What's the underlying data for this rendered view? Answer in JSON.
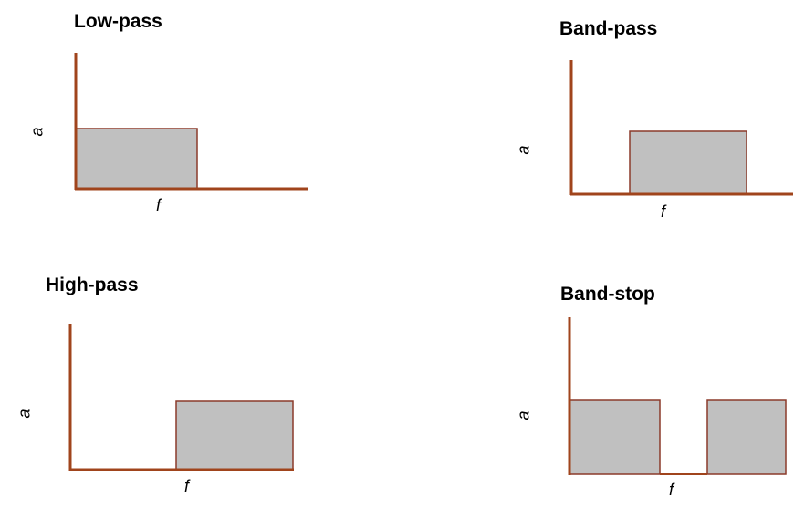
{
  "colors": {
    "axis": "#a0441c",
    "fill": "#c0c0c0",
    "border": "#8b3a2a",
    "text": "#000000"
  },
  "diagrams": [
    {
      "id": "low-pass",
      "title": "Low-pass",
      "x_label": "f",
      "y_label": "a"
    },
    {
      "id": "band-pass",
      "title": "Band-pass",
      "x_label": "f",
      "y_label": "a"
    },
    {
      "id": "high-pass",
      "title": "High-pass",
      "x_label": "f",
      "y_label": "a"
    },
    {
      "id": "band-stop",
      "title": "Band-stop",
      "x_label": "f",
      "y_label": "a"
    }
  ]
}
